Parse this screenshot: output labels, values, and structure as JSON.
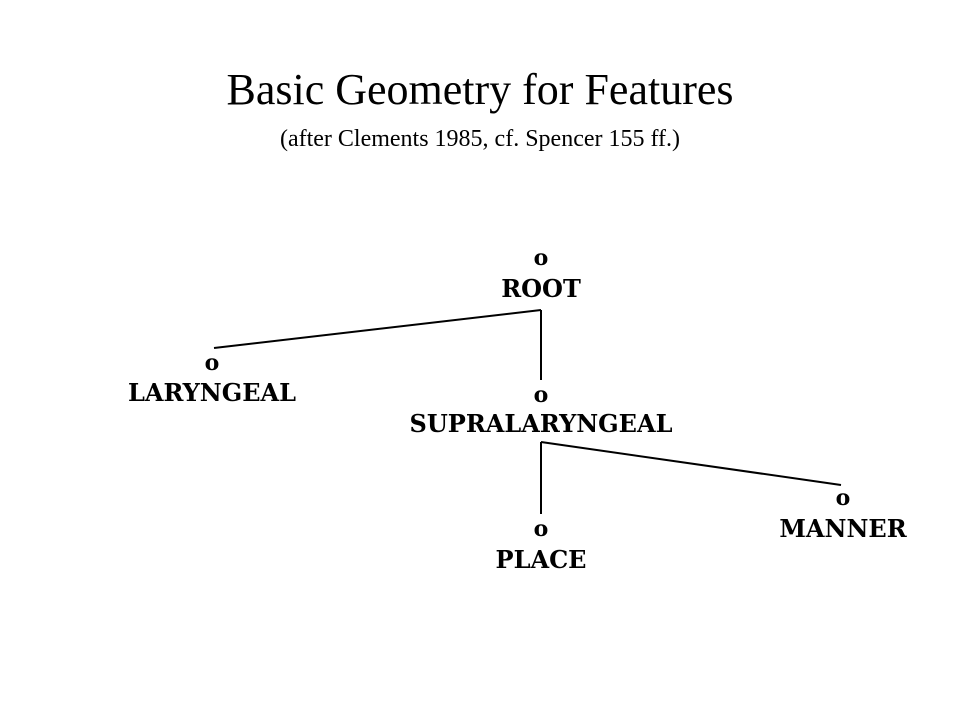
{
  "slide": {
    "title": "Basic Geometry for Features",
    "subtitle": "(after Clements 1985, cf. Spencer 155 ff.)"
  },
  "tree": {
    "node_marker": "o",
    "nodes": {
      "root": "ROOT",
      "laryngeal": "LARYNGEAL",
      "supralaryngeal": "SUPRALARYNGEAL",
      "place": "PLACE",
      "manner": "MANNER"
    }
  }
}
